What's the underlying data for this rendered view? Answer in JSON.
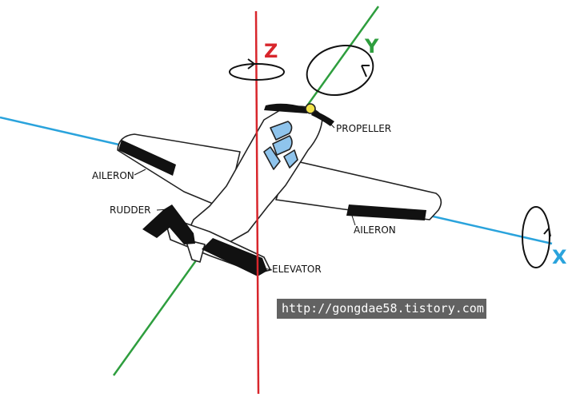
{
  "axes": {
    "x": {
      "label": "X",
      "color": "#2aa3dc"
    },
    "y": {
      "label": "Y",
      "color": "#2e9e3e"
    },
    "z": {
      "label": "Z",
      "color": "#d8262c"
    }
  },
  "parts": {
    "propeller": "PROPELLER",
    "aileron_left": "AILERON",
    "aileron_right": "AILERON",
    "rudder": "RUDDER",
    "elevator": "ELEVATOR"
  },
  "watermark": "http://gongdae58.tistory.com",
  "colors": {
    "body_outline": "#222222",
    "control_surface": "#111111",
    "canopy": "#8fc4ec",
    "spinner": "#f2e24a"
  }
}
